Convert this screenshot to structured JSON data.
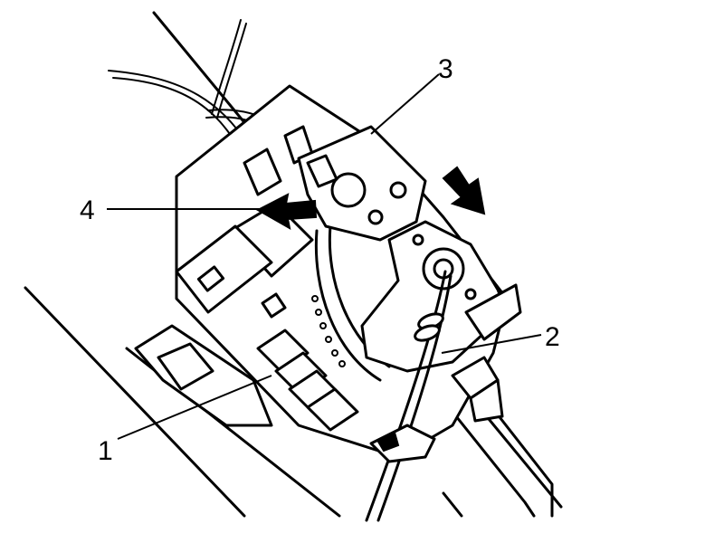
{
  "diagram": {
    "callouts": [
      {
        "id": "1",
        "label": "1"
      },
      {
        "id": "2",
        "label": "2"
      },
      {
        "id": "3",
        "label": "3"
      },
      {
        "id": "4",
        "label": "4"
      }
    ],
    "arrows": [
      {
        "id": "arrow-left",
        "direction": "left"
      },
      {
        "id": "arrow-down-right",
        "direction": "down-right"
      }
    ],
    "colors": {
      "line": "#000000",
      "background": "#ffffff"
    }
  }
}
